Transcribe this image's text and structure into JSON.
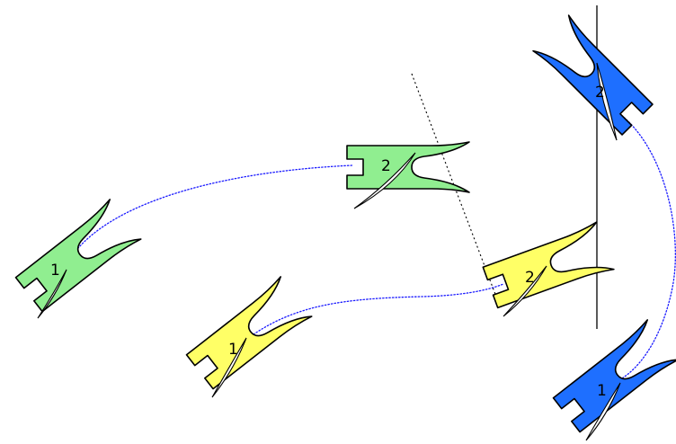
{
  "colors": {
    "green": "#90ee90",
    "yellow": "#ffff66",
    "blue": "#1e6fff",
    "track": "#1a1aff"
  },
  "boats": [
    {
      "id": "green-1",
      "label": "1",
      "color": "green"
    },
    {
      "id": "green-2",
      "label": "2",
      "color": "green"
    },
    {
      "id": "yellow-1",
      "label": "1",
      "color": "yellow"
    },
    {
      "id": "yellow-2",
      "label": "2",
      "color": "yellow"
    },
    {
      "id": "blue-1",
      "label": "1",
      "color": "blue"
    },
    {
      "id": "blue-2",
      "label": "2",
      "color": "blue"
    }
  ]
}
